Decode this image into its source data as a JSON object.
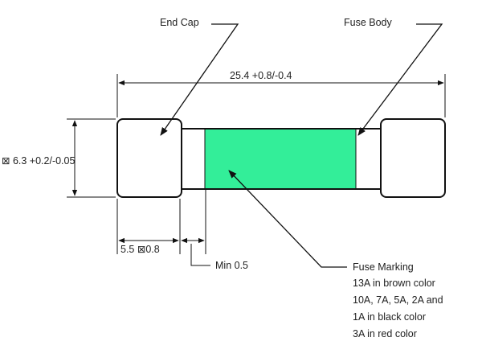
{
  "labels": {
    "end_cap": "End Cap",
    "fuse_body": "Fuse Body",
    "overall_length": "25.4 +0.8/-0.4",
    "diameter": "⊠ 6.3 +0.2/-0.05",
    "cap_length": "5.5 ⊠0.8",
    "min_gap": "Min 0.5"
  },
  "marking": {
    "title": "Fuse Marking",
    "lines": [
      "13A in brown color",
      "10A, 7A, 5A, 2A and",
      "1A in black color",
      "3A in red color"
    ]
  },
  "colors": {
    "marking_band": "#33ee99",
    "outline": "#111111"
  }
}
